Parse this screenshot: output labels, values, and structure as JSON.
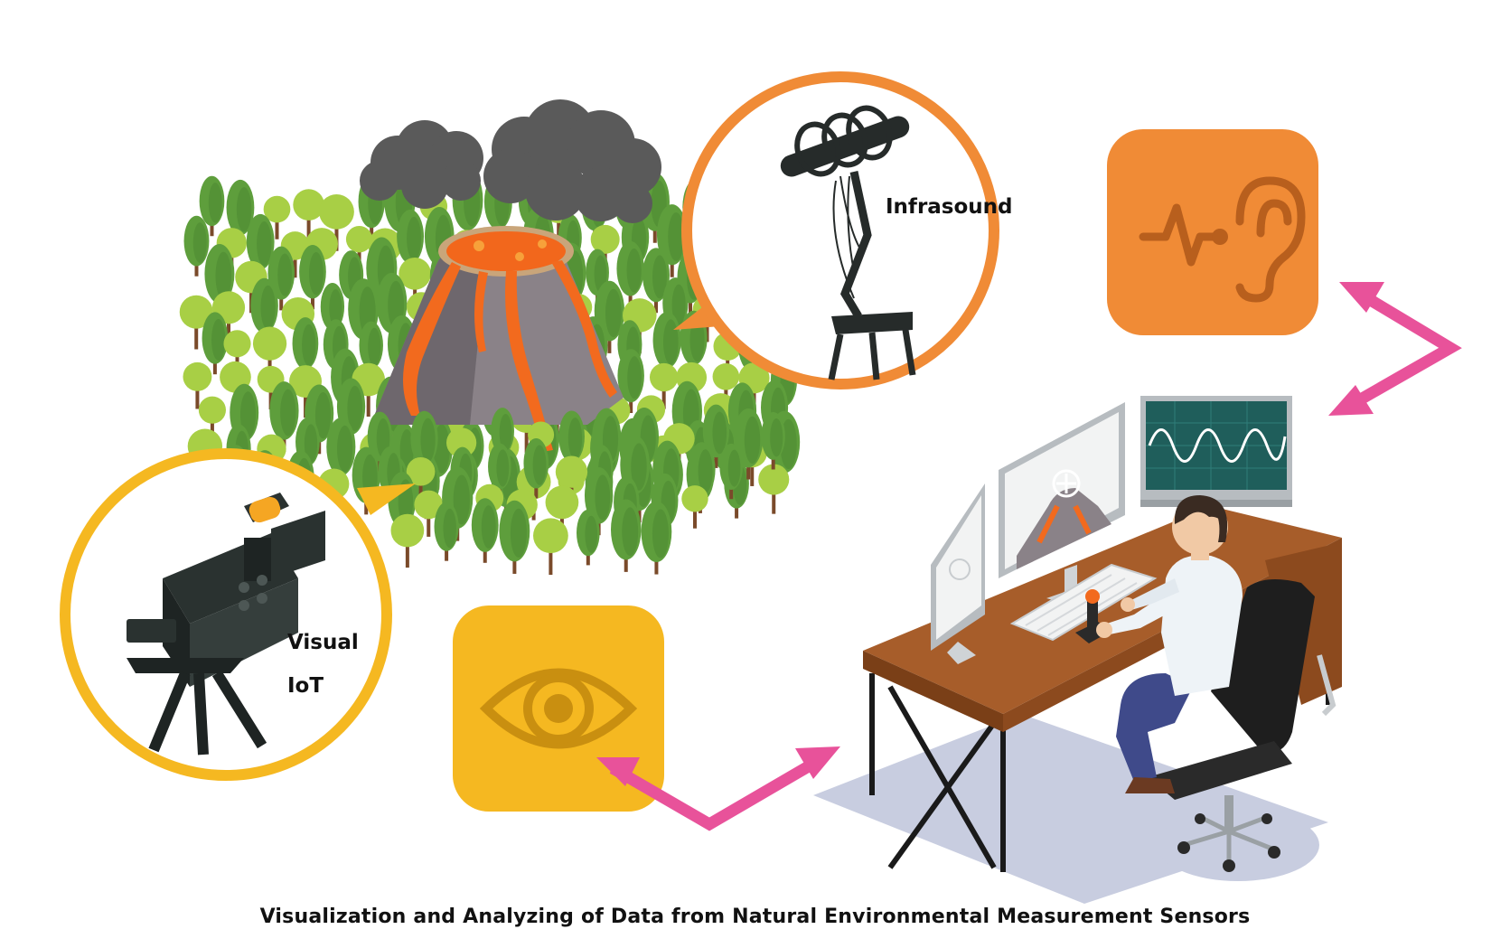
{
  "labels": {
    "infrasound": "Infrasound",
    "visual": "Visual",
    "iot": "IoT"
  },
  "caption": "Visualization and Analyzing of Data from Natural Environmental Measurement Sensors",
  "icons": {
    "hearing": "ear-waveform-icon",
    "vision": "eye-icon"
  },
  "colors": {
    "orange": "#F08B36",
    "yellow": "#F5B821",
    "arrow": "#E8529A",
    "lava": "#F26A1E",
    "tree_dark": "#5E9E3C",
    "tree_light": "#A8CF45"
  }
}
